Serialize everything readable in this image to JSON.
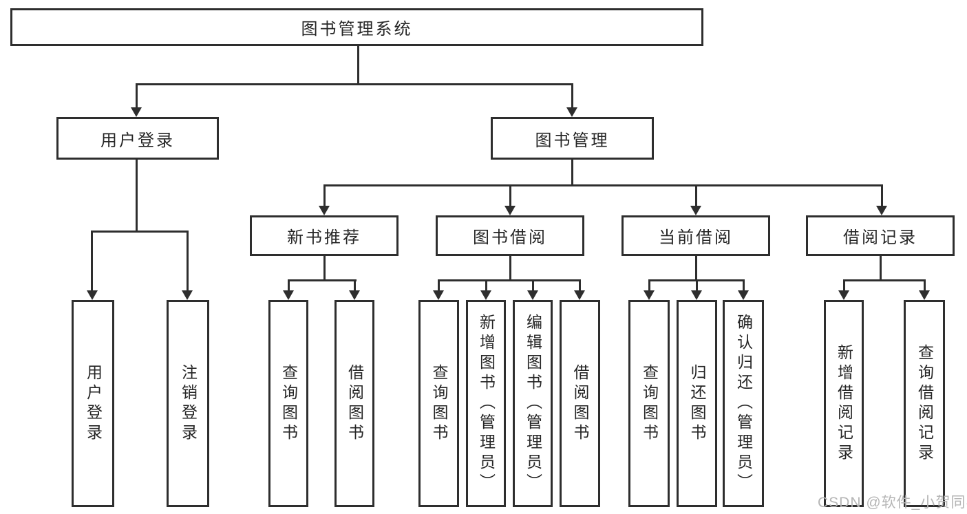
{
  "diagram": {
    "type": "hierarchy-tree",
    "root": {
      "label": "图书管理系统"
    },
    "level2": [
      {
        "label": "用户登录"
      },
      {
        "label": "图书管理"
      }
    ],
    "level3": [
      {
        "label": "新书推荐",
        "parent": "图书管理"
      },
      {
        "label": "图书借阅",
        "parent": "图书管理"
      },
      {
        "label": "当前借阅",
        "parent": "图书管理"
      },
      {
        "label": "借阅记录",
        "parent": "图书管理"
      }
    ],
    "leaves": [
      {
        "label": "用户登录",
        "parent": "用户登录"
      },
      {
        "label": "注销登录",
        "parent": "用户登录"
      },
      {
        "label": "查询图书",
        "parent": "新书推荐"
      },
      {
        "label": "借阅图书",
        "parent": "新书推荐"
      },
      {
        "label": "查询图书",
        "parent": "图书借阅"
      },
      {
        "label": "新增图书（管理员）",
        "parent": "图书借阅"
      },
      {
        "label": "编辑图书（管理员）",
        "parent": "图书借阅"
      },
      {
        "label": "借阅图书",
        "parent": "图书借阅"
      },
      {
        "label": "查询图书",
        "parent": "当前借阅"
      },
      {
        "label": "归还图书",
        "parent": "当前借阅"
      },
      {
        "label": "确认归还（管理员）",
        "parent": "当前借阅"
      },
      {
        "label": "新增借阅记录",
        "parent": "借阅记录"
      },
      {
        "label": "查询借阅记录",
        "parent": "借阅记录"
      }
    ]
  },
  "watermark": {
    "text": "CSDN @软件_小贺同学"
  },
  "colors": {
    "line": "#2e2e2e",
    "text": "#262626",
    "watermark": "#b5b5b5",
    "background": "#ffffff"
  }
}
